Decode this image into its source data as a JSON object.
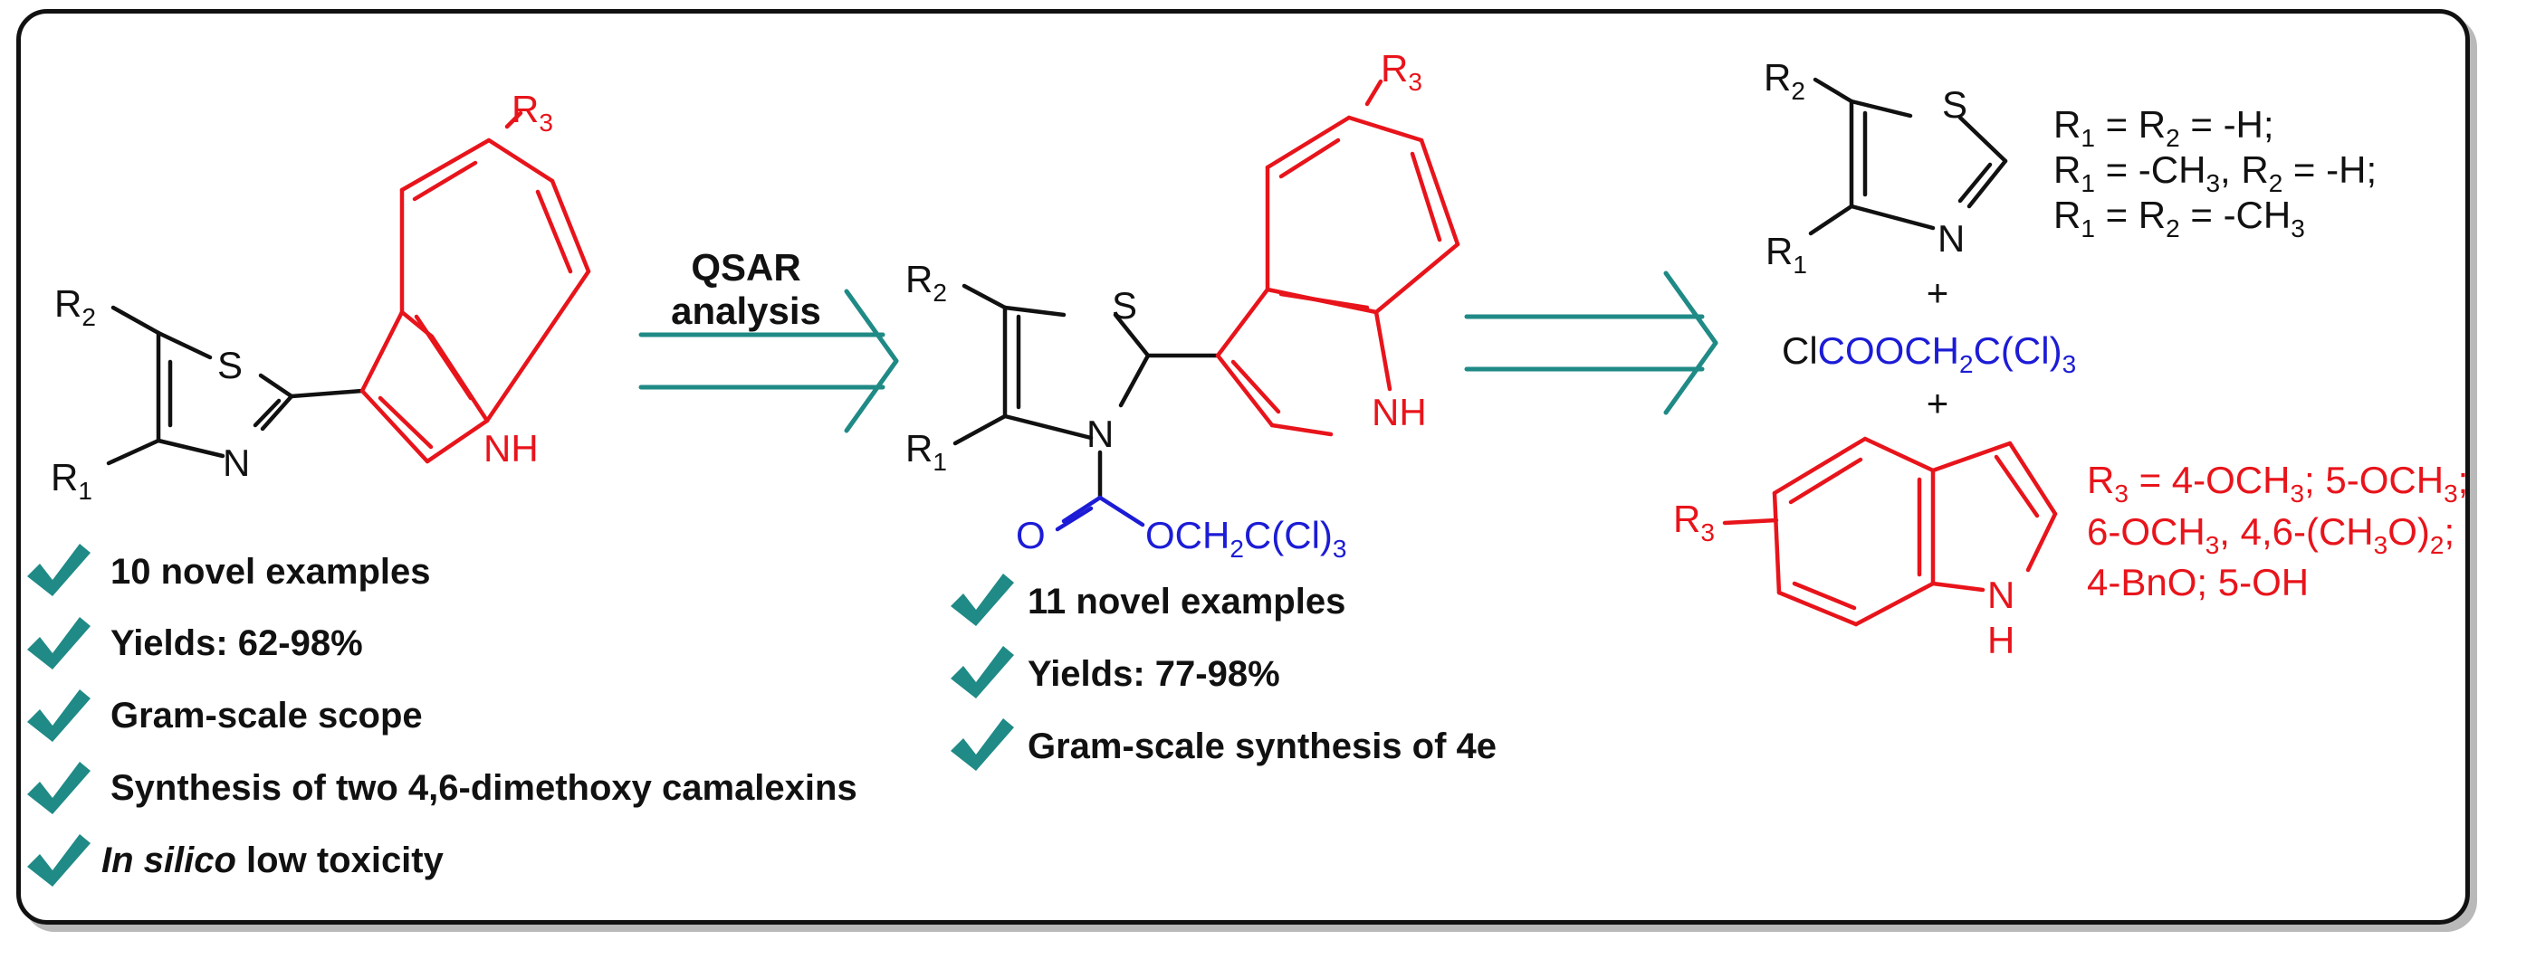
{
  "arrow_label": {
    "line1": "QSAR",
    "line2": "analysis"
  },
  "left": {
    "r1": "R",
    "r1_sub": "1",
    "r2": "R",
    "r2_sub": "2",
    "r3": "R",
    "r3_sub": "3",
    "s": "S",
    "n": "N",
    "nh": "NH",
    "bullets": [
      {
        "text": "10 novel examples"
      },
      {
        "text": "Yields: 62-98%"
      },
      {
        "text": "Gram-scale scope"
      },
      {
        "text": "Synthesis of two 4,6-dimethoxy camalexins"
      },
      {
        "italic": "In silico",
        "text": " low toxicity"
      }
    ]
  },
  "middle": {
    "r1": "R",
    "r1_sub": "1",
    "r2": "R",
    "r2_sub": "2",
    "r3": "R",
    "r3_sub": "3",
    "s": "S",
    "n": "N",
    "nh": "NH",
    "o": "O",
    "ester_a": "OCH",
    "ester_sub1": "2",
    "ester_b": "C(Cl)",
    "ester_sub2": "3",
    "bullets": [
      {
        "text": "11 novel examples"
      },
      {
        "text": "Yields: 77-98%"
      },
      {
        "text": "Gram-scale synthesis of 4e"
      }
    ]
  },
  "right": {
    "r1": "R",
    "r1_sub": "1",
    "r2": "R",
    "r2_sub": "2",
    "r3": "R",
    "r3_sub": "3",
    "s": "S",
    "n": "N",
    "nh_n": "N",
    "nh_h": "H",
    "plus": "+",
    "chloroformate": {
      "cl": "Cl",
      "a": "COOCH",
      "sub1": "2",
      "b": "C(Cl)",
      "sub2": "3"
    },
    "thiazole_subs": {
      "line1": {
        "a": "R",
        "s1": "1",
        "b": " = R",
        "s2": "2",
        "c": " = -H;"
      },
      "line2": {
        "a": "R",
        "s1": "1",
        "b": " = -CH",
        "s2": "3",
        "c": ", R",
        "s3": "2",
        "d": " = -H;"
      },
      "line3": {
        "a": "R",
        "s1": "1",
        "b": " = R",
        "s2": "2",
        "c": " = -CH",
        "s3": "3"
      }
    },
    "indole_subs": {
      "line1": {
        "a": "R",
        "s1": "3",
        "b": " = 4-OCH",
        "s2": "3",
        "c": "; 5-OCH",
        "s3": "3",
        "d": ";"
      },
      "line2": {
        "a": "6-OCH",
        "s1": "3",
        "b": ", 4,6-(CH",
        "s2": "3",
        "c": "O)",
        "s3": "2",
        "d": ";"
      },
      "line3": {
        "a": "4-BnO; 5-OH"
      }
    }
  },
  "colors": {
    "red": "#e8141b",
    "blue": "#1c1cd6",
    "teal": "#1f8a86",
    "black": "#111111"
  }
}
